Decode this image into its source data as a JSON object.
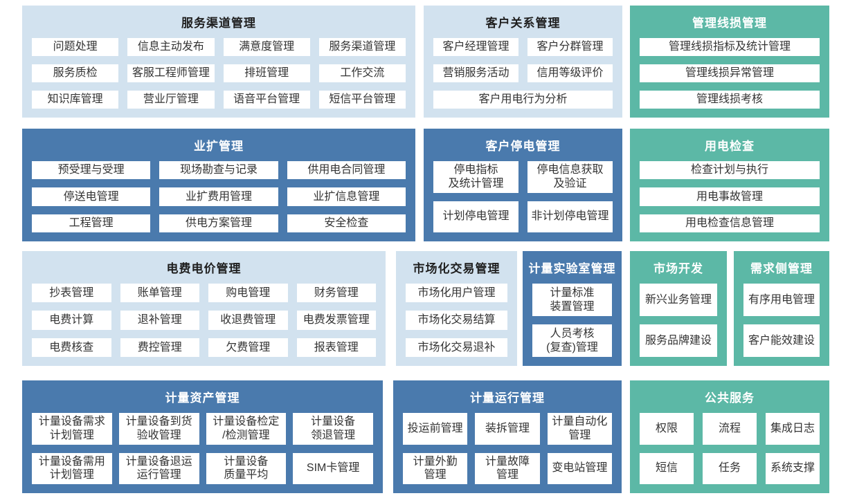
{
  "colors": {
    "light_blue_block": "#d2e2ef",
    "dark_blue_block": "#4a7aad",
    "green_block": "#5cb8a6",
    "item_background": "#ffffff",
    "item_text": "#333333",
    "title_on_light": "#1f1f1f",
    "title_on_dark": "#ffffff"
  },
  "blocks": [
    {
      "title": "服务渠道管理",
      "items": [
        "问题处理",
        "信息主动发布",
        "满意度管理",
        "服务渠道管理",
        "服务质检",
        "客服工程师管理",
        "排班管理",
        "工作交流",
        "知识库管理",
        "营业厅管理",
        "语音平台管理",
        "短信平台管理"
      ]
    },
    {
      "title": "客户关系管理",
      "items": [
        "客户经理管理",
        "客户分群管理",
        "营销服务活动",
        "信用等级评价",
        "客户用电行为分析"
      ]
    },
    {
      "title": "管理线损管理",
      "items": [
        "管理线损指标及统计管理",
        "管理线损异常管理",
        "管理线损考核"
      ]
    },
    {
      "title": "业扩管理",
      "items": [
        "预受理与受理",
        "现场勘查与记录",
        "供用电合同管理",
        "停送电管理",
        "业扩费用管理",
        "业扩信息管理",
        "工程管理",
        "供电方案管理",
        "安全检查"
      ]
    },
    {
      "title": "客户停电管理",
      "items": [
        "停电指标\n及统计管理",
        "停电信息获取\n及验证",
        "计划停电管理",
        "非计划停电管理"
      ]
    },
    {
      "title": "用电检查",
      "items": [
        "检查计划与执行",
        "用电事故管理",
        "用电检查信息管理"
      ]
    },
    {
      "title": "电费电价管理",
      "items": [
        "抄表管理",
        "账单管理",
        "购电管理",
        "财务管理",
        "电费计算",
        "退补管理",
        "收退费管理",
        "电费发票管理",
        "电费核查",
        "费控管理",
        "欠费管理",
        "报表管理"
      ]
    },
    {
      "title": "市场化交易管理",
      "items": [
        "市场化用户管理",
        "市场化交易结算",
        "市场化交易退补"
      ]
    },
    {
      "title": "计量实验室管理",
      "items": [
        "计量标准\n装置管理",
        "人员考核\n(复查)管理"
      ]
    },
    {
      "title": "市场开发",
      "items": [
        "新兴业务管理",
        "服务品牌建设"
      ]
    },
    {
      "title": "需求侧管理",
      "items": [
        "有序用电管理",
        "客户能效建设"
      ]
    },
    {
      "title": "计量资产管理",
      "items": [
        "计量设备需求\n计划管理",
        "计量设备到货\n验收管理",
        "计量设备检定\n/检测管理",
        "计量设备\n领退管理",
        "计量设备需用\n计划管理",
        "计量设备退运\n运行管理",
        "计量设备\n质量平均",
        "SIM卡管理"
      ]
    },
    {
      "title": "计量运行管理",
      "items": [
        "投运前管理",
        "装拆管理",
        "计量自动化\n管理",
        "计量外勤\n管理",
        "计量故障\n管理",
        "变电站管理"
      ]
    },
    {
      "title": "公共服务",
      "items": [
        "权限",
        "流程",
        "集成日志",
        "短信",
        "任务",
        "系统支撑"
      ]
    }
  ]
}
